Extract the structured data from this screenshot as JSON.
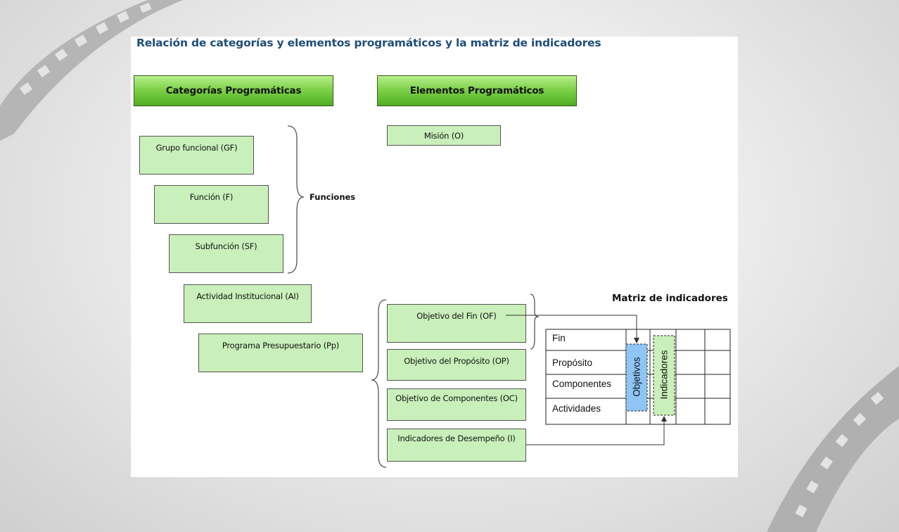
{
  "title": "Relación de categorías y elementos programáticos y la matriz de indicadores",
  "headers": {
    "categorias": "Categorías Programáticas",
    "elementos": "Elementos Programáticos"
  },
  "categorias": [
    "Grupo funcional (GF)",
    "Función (F)",
    "Subfunción (SF)",
    "Actividad Institucional (AI)",
    "Programa Presupuestario (Pp)"
  ],
  "funciones_label": "Funciones",
  "elementos": [
    "Misión (O)",
    "Objetivo del Fin (OF)",
    "Objetivo del Propósito (OP)",
    "Objetivo de Componentes (OC)",
    "Indicadores de Desempeño (I)"
  ],
  "matriz": {
    "title": "Matriz de indicadores",
    "rows": [
      "Fin",
      "Propósito",
      "Componentes",
      "Actividades"
    ],
    "objetivos": "Objetivos",
    "indicadores": "Indicadores",
    "objetivos_color": "#8ec5f5",
    "indicadores_color": "#c9f0ba"
  }
}
